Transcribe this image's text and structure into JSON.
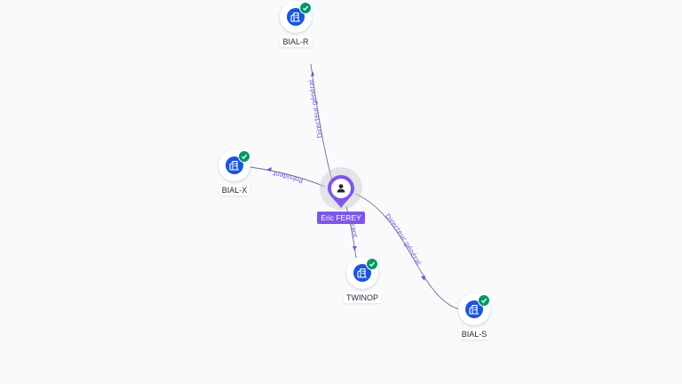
{
  "colors": {
    "background": "#f9fafc",
    "company_core": "#1a56db",
    "check_badge": "#059669",
    "person_accent": "#7e57e8",
    "edge": "#6b7280",
    "edge_label": "#6a55d6"
  },
  "person": {
    "name": "Eric FEREY",
    "icon": "person-icon"
  },
  "companies": [
    {
      "id": "bial_r",
      "name": "BIAL-R",
      "icon": "building-icon",
      "verified": true
    },
    {
      "id": "bial_x",
      "name": "BIAL-X",
      "icon": "building-icon",
      "verified": true
    },
    {
      "id": "twinop",
      "name": "TWINOP",
      "icon": "building-icon",
      "verified": true
    },
    {
      "id": "bial_s",
      "name": "BIAL-S",
      "icon": "building-icon",
      "verified": true
    }
  ],
  "relations": [
    {
      "target": "bial_r",
      "label": "Directeur général"
    },
    {
      "target": "bial_x",
      "label": "Président"
    },
    {
      "target": "twinop",
      "label": "Gérant"
    },
    {
      "target": "bial_s",
      "label": "Directeur général"
    }
  ]
}
